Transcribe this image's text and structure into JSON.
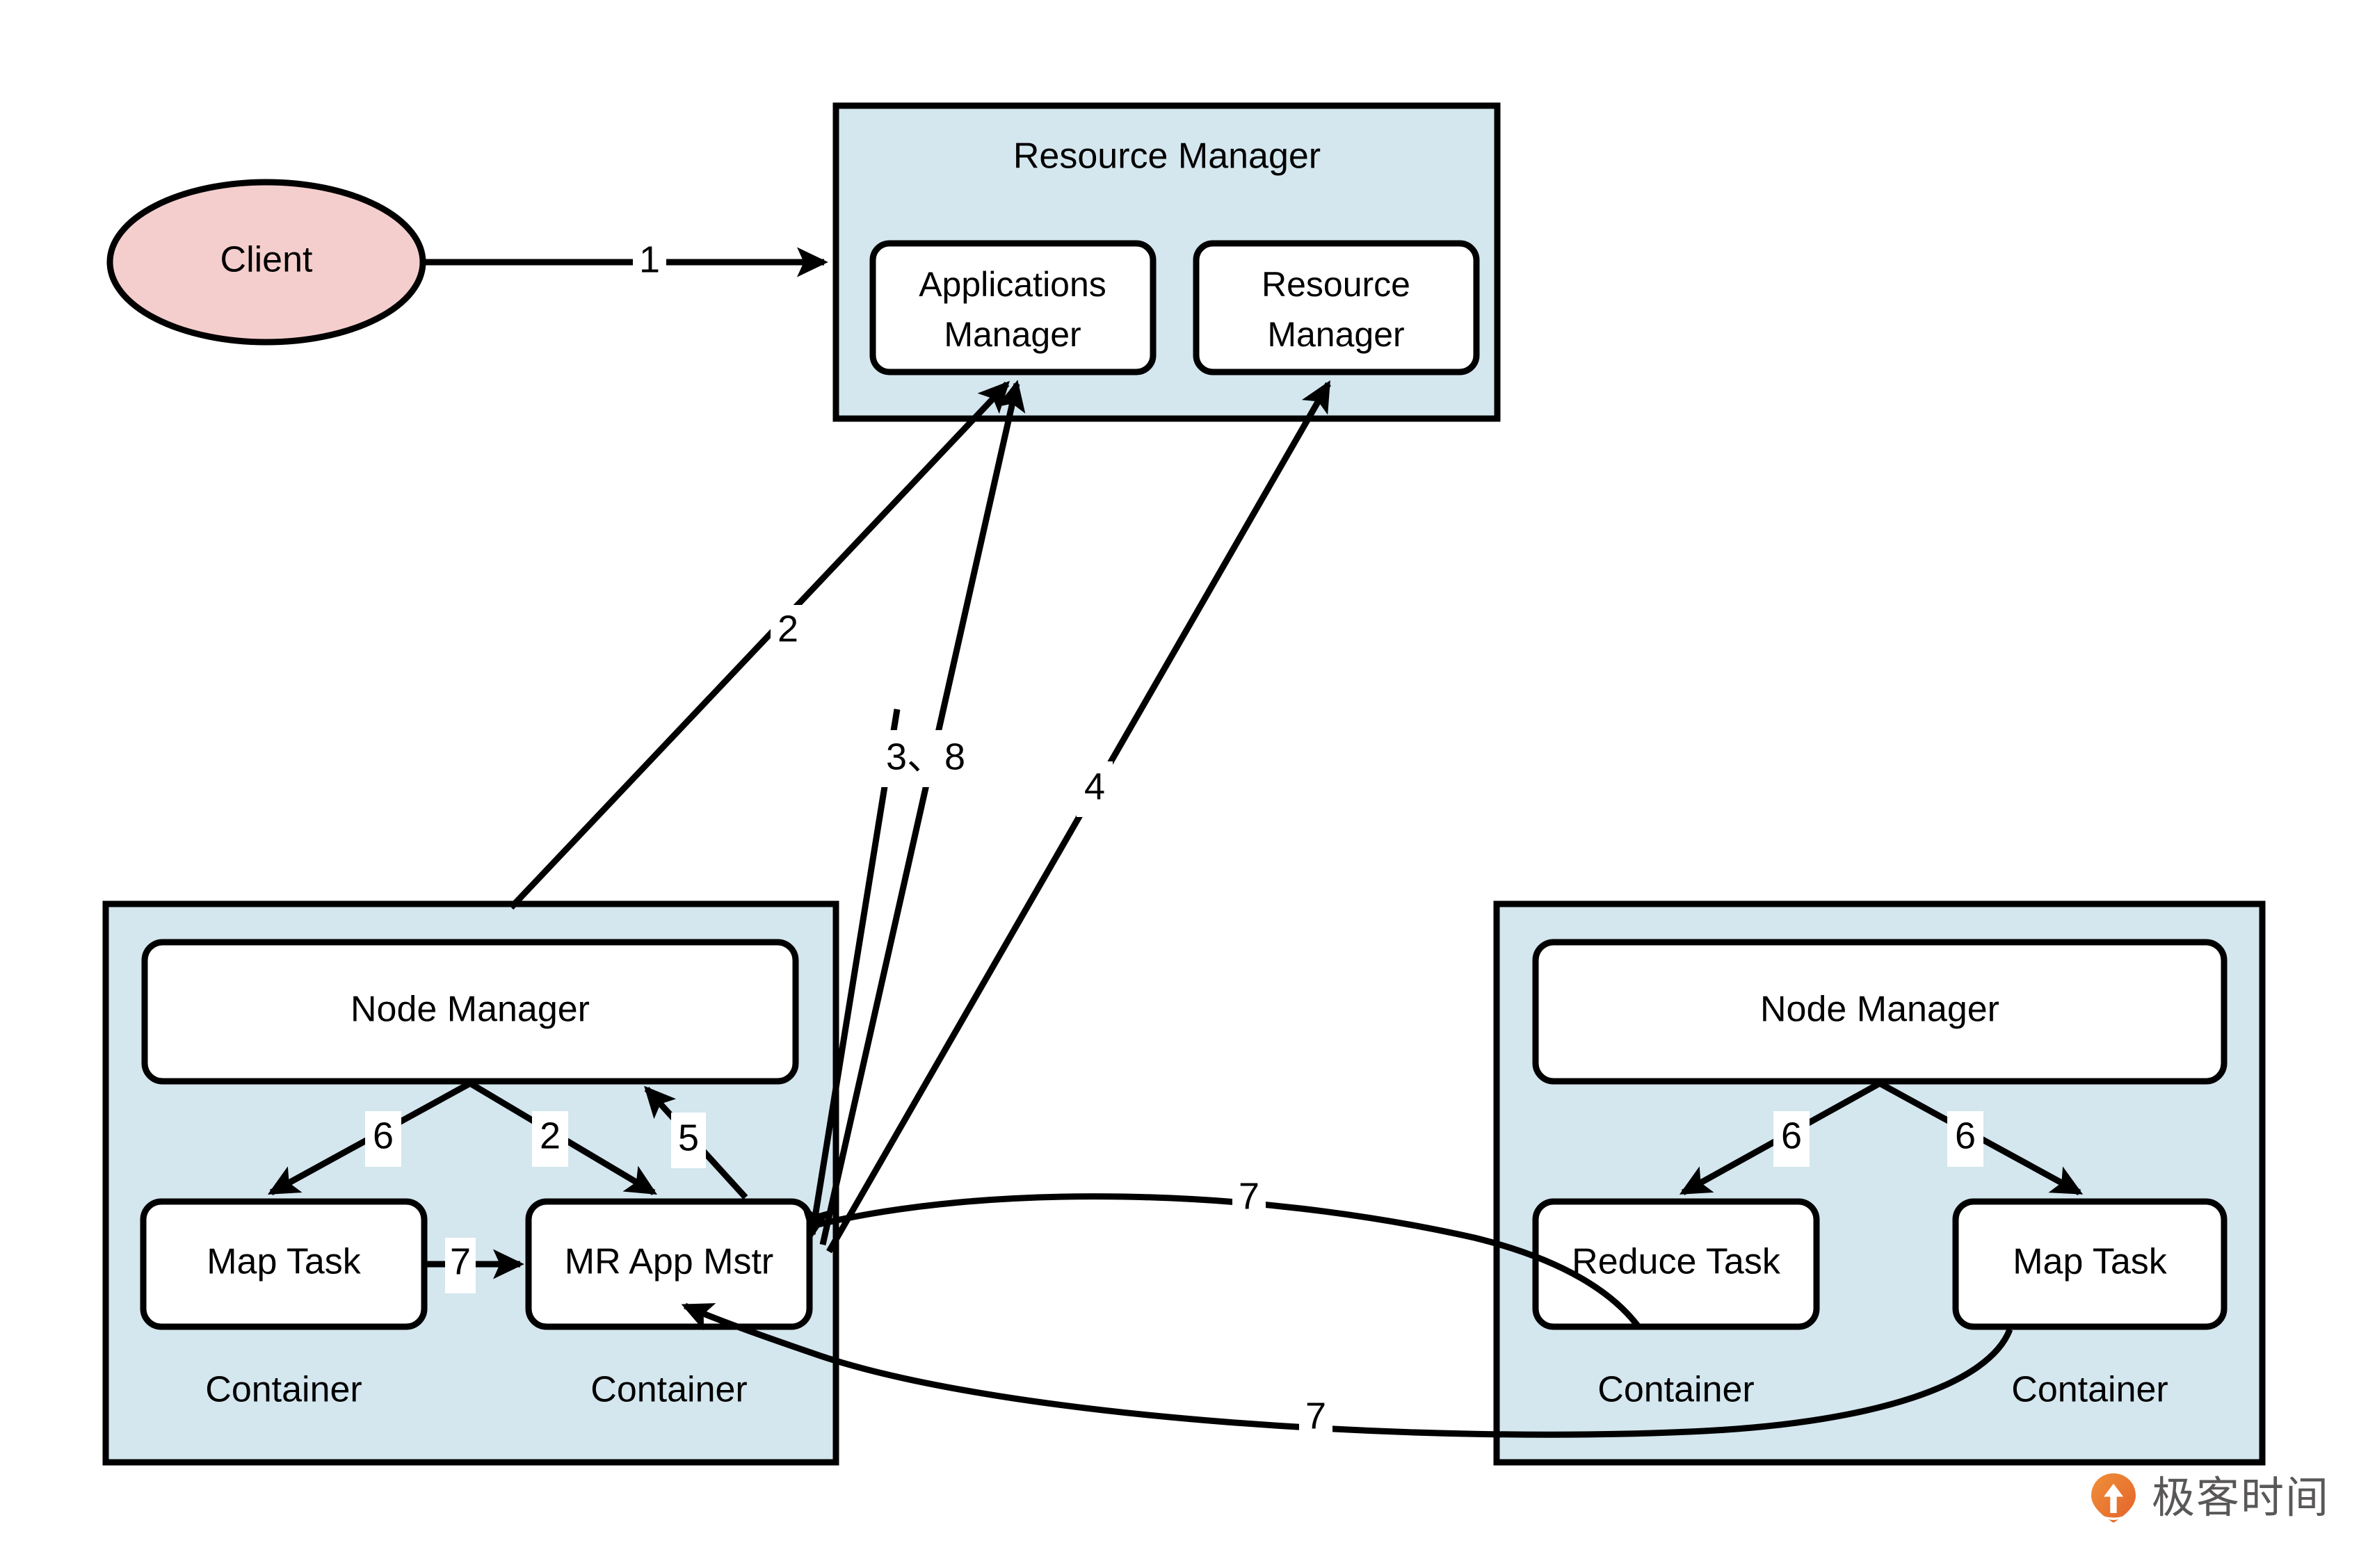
{
  "diagram": {
    "title": "YARN MapReduce job submission flow",
    "colors": {
      "container_fill": "#d4e6ee",
      "node_fill": "#ffffff",
      "client_fill": "#f4cecd",
      "stroke": "#000000",
      "watermark_orange": "#ec6f2d",
      "watermark_gray": "#595757"
    },
    "nodes": {
      "client": "Client",
      "resource_manager_group": "Resource Manager",
      "applications_manager": "Applications Manager",
      "applications_manager_line1": "Applications",
      "applications_manager_line2": "Manager",
      "resource_manager_inner": "Resource Manager",
      "resource_manager_inner_line1": "Resource",
      "resource_manager_inner_line2": "Manager",
      "node_manager_left": "Node Manager",
      "node_manager_right": "Node Manager",
      "map_task_left": "Map Task",
      "mr_app_mstr": "MR App Mstr",
      "reduce_task": "Reduce Task",
      "map_task_right": "Map Task",
      "container_left_1": "Container",
      "container_left_2": "Container",
      "container_right_1": "Container",
      "container_right_2": "Container"
    },
    "edge_labels": {
      "client_to_rm": "1",
      "nm_left_to_rm": "2",
      "nm_left_to_mrappmstr": "2",
      "mrappmstr_to_appsmanager": "3、8",
      "mrappmstr_to_rm_inner": "4",
      "mrappmstr_to_nm_left": "5",
      "nm_left_to_maptask": "6",
      "nm_right_to_reducetask": "6",
      "nm_right_to_maptask": "6",
      "maptask_to_mrappmstr": "7",
      "mrappmstr_to_reducetask": "7",
      "maptask_right_to_mrappmstr": "7"
    }
  },
  "watermark": {
    "text": "极客时间",
    "icon": "geektime-pin-logo"
  }
}
